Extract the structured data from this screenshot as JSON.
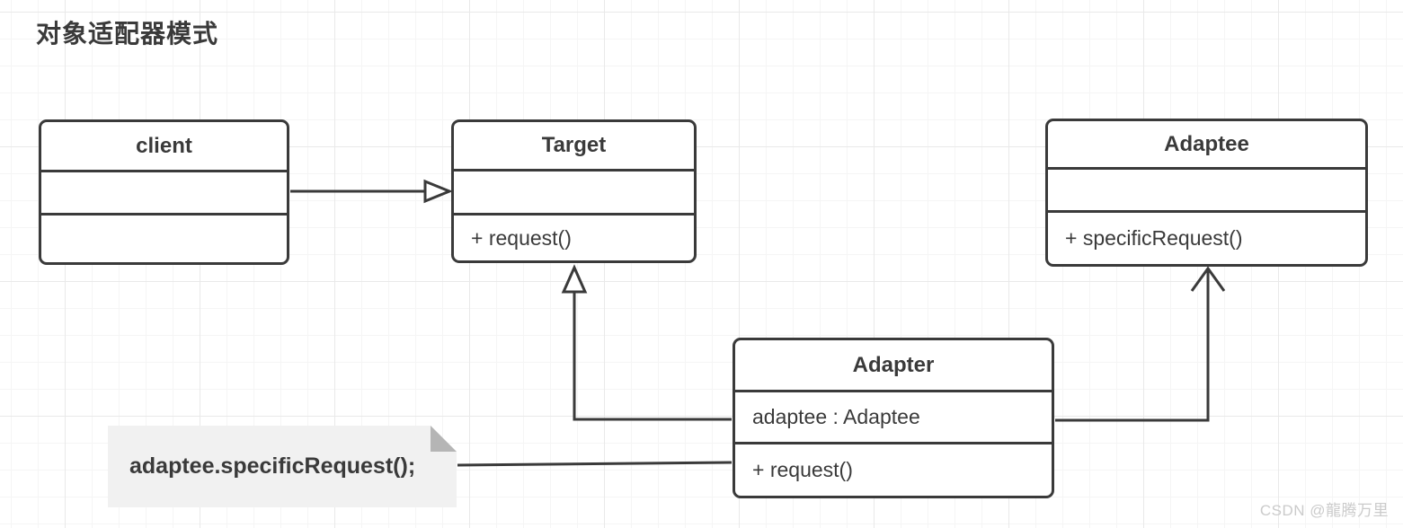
{
  "diagram": {
    "title": "对象适配器模式",
    "pattern": "object-adapter-uml-class-diagram"
  },
  "classes": {
    "client": {
      "name": "client",
      "attributes": [],
      "methods": []
    },
    "target": {
      "name": "Target",
      "attributes": [],
      "methods": [
        "+ request()"
      ]
    },
    "adaptee": {
      "name": "Adaptee",
      "attributes": [],
      "methods": [
        "+ specificRequest()"
      ]
    },
    "adapter": {
      "name": "Adapter",
      "attributes": [
        "adaptee : Adaptee"
      ],
      "methods": [
        "+ request()"
      ]
    }
  },
  "edges": [
    {
      "from": "client",
      "to": "Target",
      "arrowhead": "hollow-triangle",
      "direction": "right"
    },
    {
      "from": "Adapter",
      "to": "Target",
      "arrowhead": "hollow-triangle",
      "direction": "up"
    },
    {
      "from": "Adapter",
      "to": "Adaptee",
      "arrowhead": "open-chevron",
      "direction": "up"
    },
    {
      "from": "note",
      "to": "Adapter",
      "arrowhead": "none"
    }
  ],
  "note": {
    "text": "adaptee.specificRequest();"
  },
  "watermark": "CSDN @龍腾万里",
  "colors": {
    "stroke": "#3a3a3a",
    "text": "#3a3a3a",
    "note_bg": "#f1f1f1",
    "note_fold": "#b5b5b5",
    "grid_minor": "#f5f5f5",
    "grid_major": "#e9e9e9",
    "watermark": "#cbcbcb"
  }
}
